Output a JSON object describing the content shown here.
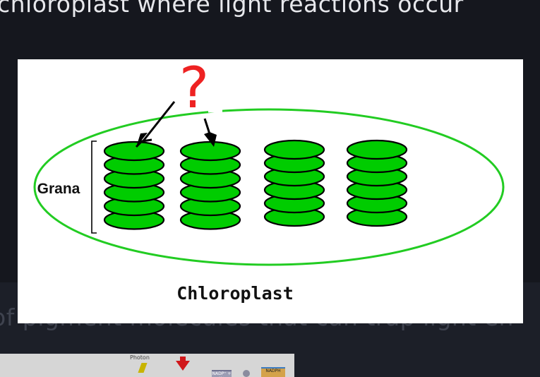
{
  "slide": {
    "top_text": "chloroplast where light reactions occur",
    "bottom_text": "of pigment molecules that can trap light en"
  },
  "diagram": {
    "question_mark": "?",
    "grana_label": "Grana",
    "chloroplast_label": "Chloroplast",
    "stacks": 4,
    "discs_per_stack": 6,
    "colors": {
      "disc_fill": "#00cc00",
      "outline": "#000000",
      "membrane": "#22cc22",
      "question": "#ee2222"
    }
  },
  "thumbnail": {
    "photon_label": "Photon",
    "box1_label": "NADP⁺ + H⁺",
    "box2_label": "NADPH"
  }
}
